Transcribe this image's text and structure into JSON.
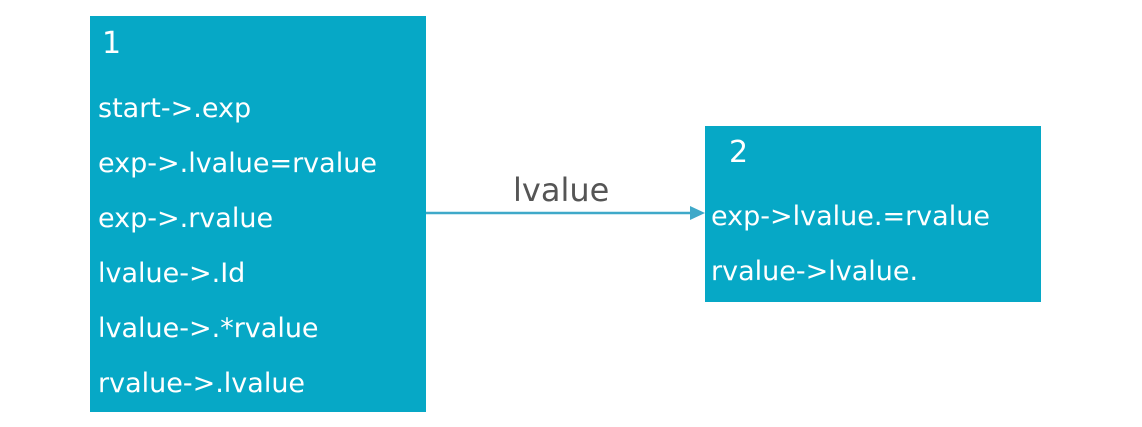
{
  "states": [
    {
      "number": "1",
      "items": [
        "start->.exp",
        "exp->.lvalue=rvalue",
        "exp->.rvalue",
        "lvalue->.Id",
        "lvalue->.*rvalue",
        "rvalue->.lvalue"
      ]
    },
    {
      "number": "2",
      "items": [
        "exp->lvalue.=rvalue",
        "rvalue->lvalue."
      ]
    }
  ],
  "transition": {
    "label": "lvalue"
  },
  "colors": {
    "state_fill": "#06a8c6",
    "arrow": "#3fa9c9",
    "label_text": "#555555"
  }
}
